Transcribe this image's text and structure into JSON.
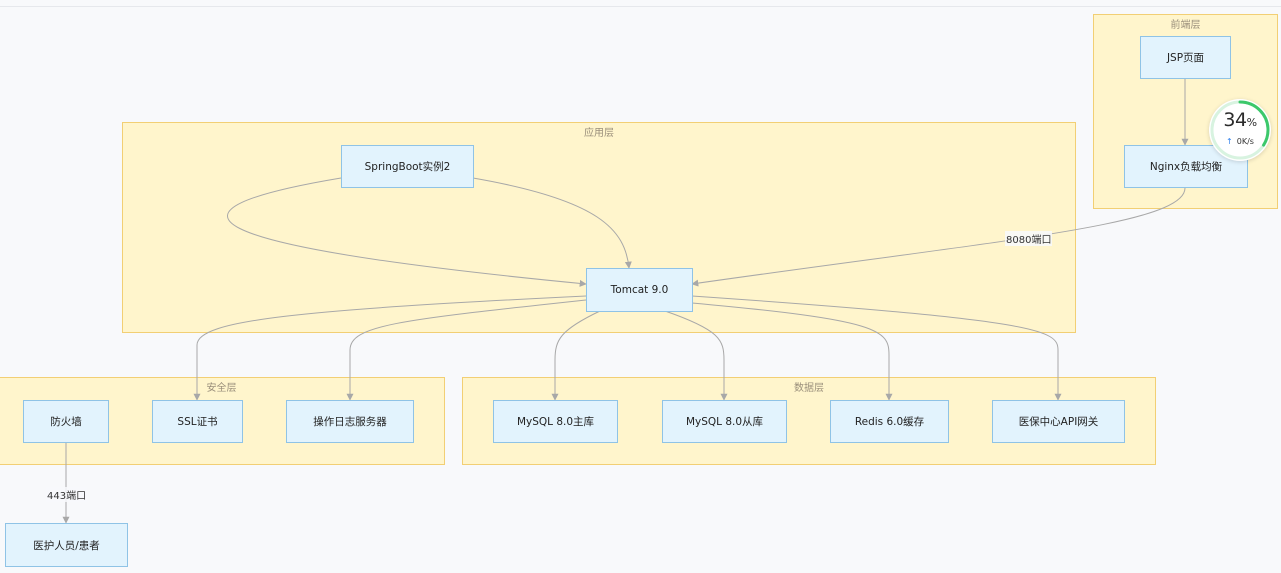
{
  "clusters": {
    "frontend": "前端层",
    "app": "应用层",
    "security": "安全层",
    "data": "数据层"
  },
  "nodes": {
    "jsp": "JSP页面",
    "nginx": "Nginx负载均衡",
    "springboot2": "SpringBoot实例2",
    "tomcat": "Tomcat 9.0",
    "firewall": "防火墙",
    "ssl": "SSL证书",
    "oplog": "操作日志服务器",
    "mysql_master": "MySQL 8.0主库",
    "mysql_slave": "MySQL 8.0从库",
    "redis": "Redis 6.0缓存",
    "medical_api": "医保中心API网关",
    "users": "医护人员/患者"
  },
  "edge_labels": {
    "port8080": "8080端口",
    "port443": "443端口"
  },
  "speed_widget": {
    "percent": "34",
    "percent_unit": "%",
    "percent_value": 34,
    "arrow": "↑",
    "rate": "0K/s"
  },
  "colors": {
    "cluster_fill": "#fff5cc",
    "cluster_border": "#f2cf74",
    "node_fill": "#e2f3fd",
    "node_border": "#8fc3e6",
    "edge": "#a8a8a8",
    "ring_active": "#3cc86b",
    "ring_track": "#d8f3e0"
  }
}
